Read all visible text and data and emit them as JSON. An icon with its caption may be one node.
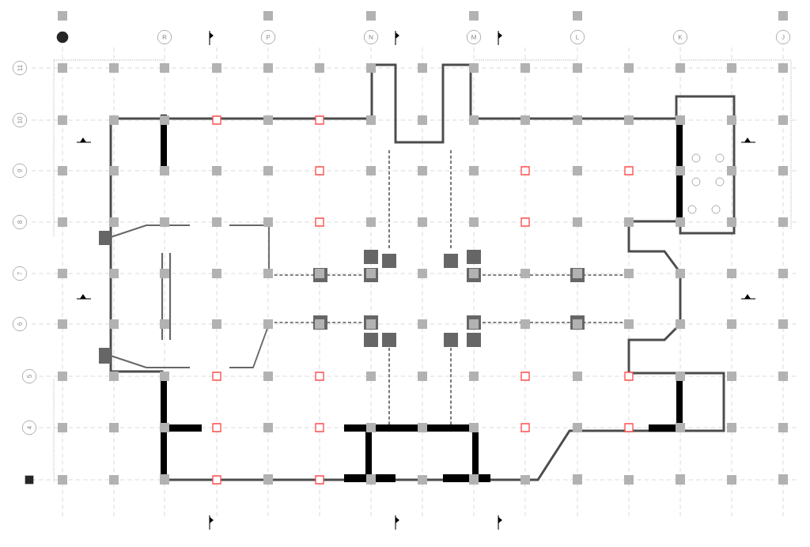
{
  "diagram": {
    "nodes": [
      {
        "text": [],
        "shape": "circle"
      },
      {
        "text": [
          "R"
        ]
      },
      {
        "text": [
          "P"
        ]
      },
      {
        "text": [
          "N"
        ]
      },
      {
        "text": [
          "M"
        ]
      },
      {
        "text": [
          "L"
        ]
      },
      {
        "text": [
          "K"
        ]
      },
      {
        "text": [
          "J"
        ]
      },
      {
        "text": [
          "11"
        ]
      },
      {
        "text": [
          "10"
        ]
      },
      {
        "text": [
          "9"
        ]
      },
      {
        "text": [
          "8"
        ]
      },
      {
        "text": [
          "7"
        ]
      },
      {
        "text": [
          "6"
        ]
      },
      {
        "text": [
          "5"
        ]
      },
      {
        "text": [
          "4"
        ]
      },
      {
        "text": [],
        "shape": "box"
      }
    ]
  }
}
